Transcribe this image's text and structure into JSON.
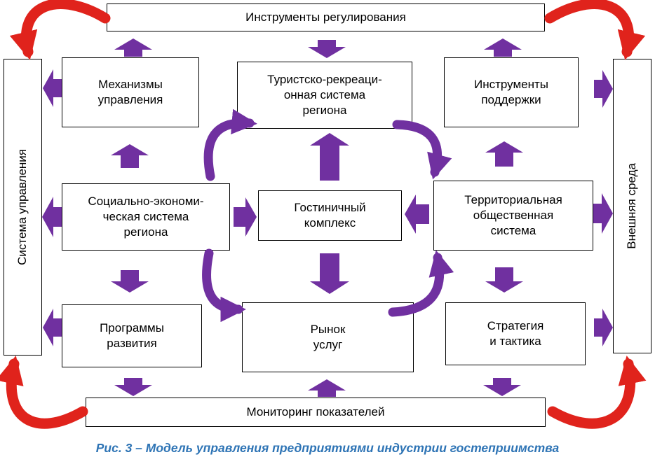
{
  "colors": {
    "arrow_purple": "#7030A0",
    "arrow_red": "#E0231C",
    "caption_blue": "#2E74B5",
    "box_border": "#000000",
    "background": "#FFFFFF"
  },
  "boxes": {
    "regulation_tools": "Инструменты регулирования",
    "monitoring": "Мониторинг показателей",
    "management_system": "Система управления",
    "external_environment": "Внешняя среда",
    "management_mechanisms": "Механизмы\nуправления",
    "tourist_system": "Туристско-рекреаци-\nонная система\nрегиона",
    "support_tools": "Инструменты\nподдержки",
    "socioeconomic_system": "Социально-экономи-\nческая система\nрегиона",
    "hotel_complex": "Гостиничный\nкомплекс",
    "territorial_system": "Территориальная\nобщественная\nсистема",
    "development_programs": "Программы\nразвития",
    "services_market": "Рынок\nуслуг",
    "strategy_tactics": "Стратегия\nи тактика"
  },
  "caption": "Рис. 3 – Модель управления предприятиями индустрии гостеприимства"
}
